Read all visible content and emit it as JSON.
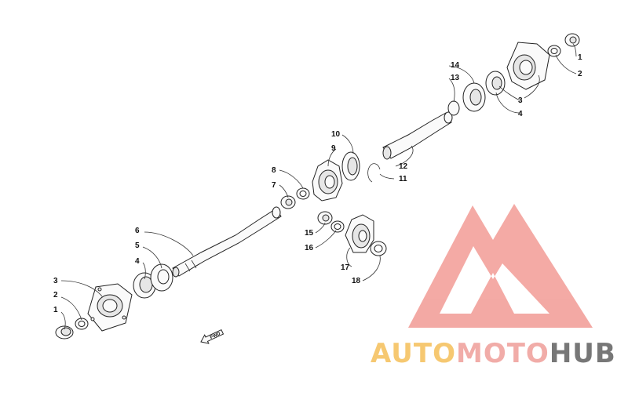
{
  "diagram": {
    "callouts": [
      "1",
      "2",
      "3",
      "4",
      "5",
      "6",
      "7",
      "8",
      "9",
      "10",
      "11",
      "12",
      "13",
      "14",
      "15",
      "16",
      "17",
      "18"
    ],
    "fwd_label": "FWD"
  },
  "watermark": {
    "brand_part1": "AUTO",
    "brand_part2": "MOTO",
    "brand_part3": "HUB",
    "colors": {
      "auto": "#f6c66a",
      "moto": "#f1a8a4",
      "hub": "#707070",
      "triangle": "#f3a5a0"
    }
  }
}
